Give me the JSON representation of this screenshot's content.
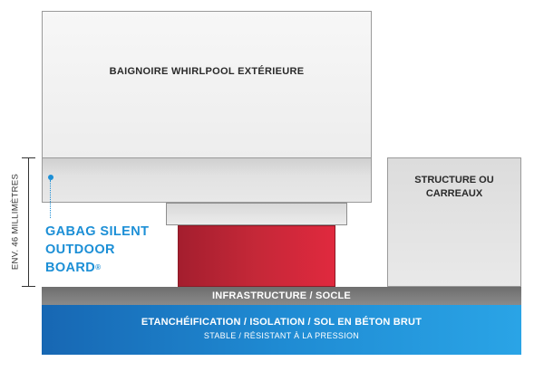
{
  "tub": {
    "title": "BAIGNOIRE WHIRLPOOL EXTÉRIEURE"
  },
  "structure": {
    "line1": "STRUCTURE OU",
    "line2": "CARREAUX"
  },
  "infrastructure": {
    "label": "INFRASTRUCTURE / SOCLE"
  },
  "base": {
    "label": "ETANCHÉIFICATION / ISOLATION / SOL EN BÉTON BRUT",
    "sublabel": "STABLE / RÉSISTANT À LA PRESSION"
  },
  "dimension": {
    "label": "ENV. 46 MILLIMÈTRES"
  },
  "product": {
    "line1": "GABAG SILENT",
    "line2": "OUTDOOR",
    "line3": "BOARD",
    "mark": "®"
  },
  "colors": {
    "accent_blue": "#1c8fd6",
    "board_red": "#c52838",
    "base_blue": "#1f8bd3",
    "infra_grey": "#7a7a7a"
  }
}
